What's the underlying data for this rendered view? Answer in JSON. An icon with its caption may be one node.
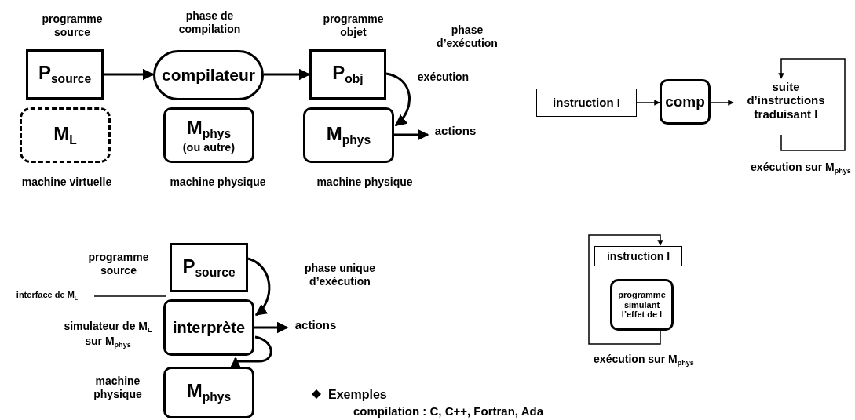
{
  "diagram": {
    "nodes": [
      {
        "text": [
          "P$_{source}$"
        ],
        "beside": [
          "programme source"
        ]
      },
      {
        "text": [
          "compilateur"
        ],
        "beside": [
          "phase de compilation"
        ]
      },
      {
        "text": [
          "P$_{obj}$"
        ],
        "beside": [
          "programme objet"
        ]
      },
      {
        "text": [
          "M$_{L}$"
        ],
        "beside": [
          "machine virtuelle"
        ]
      },
      {
        "text": [
          "M$_{phys}$",
          "(ou autre)"
        ],
        "beside": [
          "machine physique"
        ]
      },
      {
        "text": [
          "M$_{phys}$"
        ],
        "beside": [
          "machine physique"
        ]
      },
      {
        "text": [
          "actions"
        ]
      },
      {
        "text": [
          "instruction I"
        ]
      },
      {
        "text": [
          "comp"
        ]
      },
      {
        "text": [
          "suite d’instructions traduisant I"
        ]
      },
      {
        "text": [
          "P$_{source}$"
        ],
        "beside": [
          "programme source"
        ]
      },
      {
        "text": [
          "interprète"
        ],
        "beside": [
          "simulateur de M$_{L}$ sur M$_{phys}$"
        ]
      },
      {
        "text": [
          "M$_{phys}$"
        ],
        "beside": [
          "machine physique"
        ]
      },
      {
        "text": [
          "actions"
        ]
      },
      {
        "text": [
          "interface de M$_{L}$"
        ]
      },
      {
        "text": [
          "instruction I"
        ]
      },
      {
        "text": [
          "programme simulant l’effet de I"
        ]
      }
    ],
    "edges": [
      {
        "from": 0,
        "to": 1,
        "arrow": "to"
      },
      {
        "from": 1,
        "to": 2,
        "arrow": "to"
      },
      {
        "from": 2,
        "to": 5,
        "arrow": "to",
        "label": "exécution"
      },
      {
        "from": 5,
        "to": 6,
        "arrow": "to"
      },
      {
        "from": 7,
        "to": 8,
        "arrow": "to"
      },
      {
        "from": 8,
        "to": 9,
        "arrow": "to"
      },
      {
        "from": 9,
        "to": 9,
        "arrow": "to"
      },
      {
        "from": 10,
        "to": 11,
        "arrow": "to",
        "label": "phase unique d’exécution"
      },
      {
        "from": 11,
        "to": 13,
        "arrow": "to"
      },
      {
        "from": 11,
        "to": 11,
        "arrow": "to"
      },
      {
        "from": 14,
        "to": 11,
        "arrow": "none"
      },
      {
        "from": 16,
        "to": 15,
        "arrow": "to"
      }
    ],
    "labels": [
      "phase d’exécution",
      "exécution sur M$_{phys}$",
      "exécution sur M$_{phys}$",
      "Exemples",
      "compilation : C, C++, Fortran, Ada"
    ]
  }
}
